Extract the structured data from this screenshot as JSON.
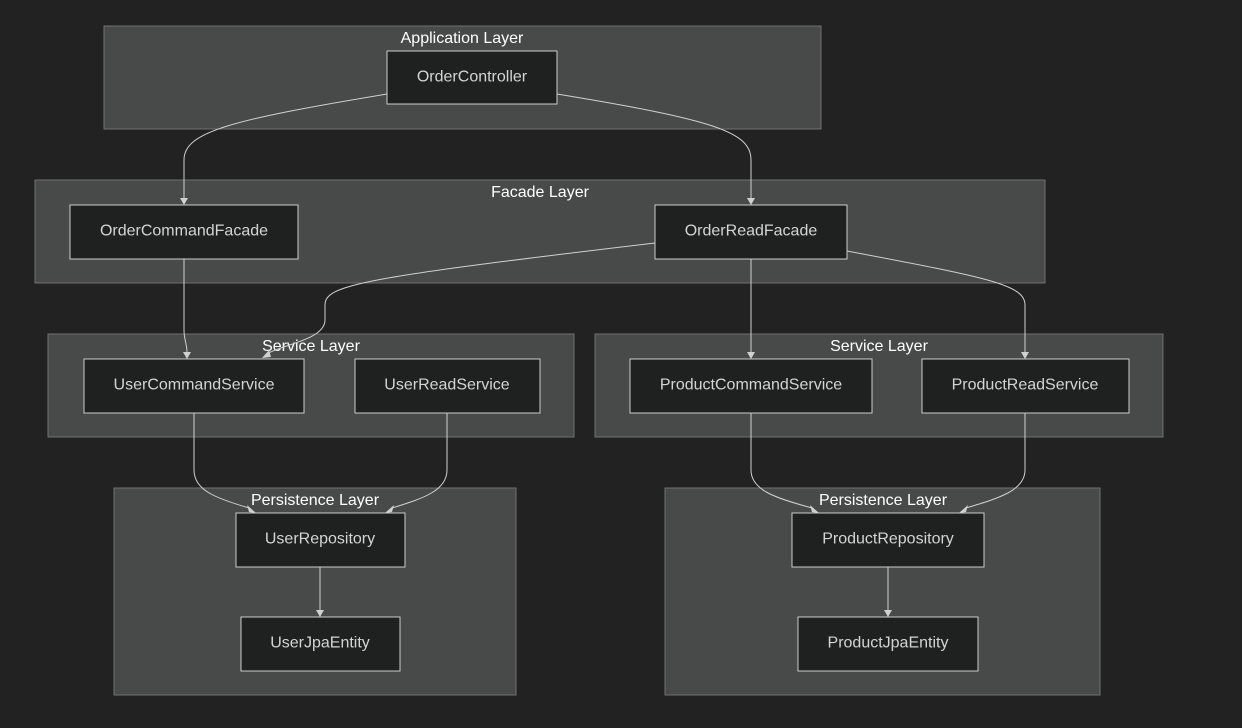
{
  "layers": {
    "application": {
      "title": "Application Layer"
    },
    "facade": {
      "title": "Facade Layer"
    },
    "service_user": {
      "title": "Service Layer"
    },
    "service_product": {
      "title": "Service Layer"
    },
    "persistence_user": {
      "title": "Persistence Layer"
    },
    "persistence_product": {
      "title": "Persistence Layer"
    }
  },
  "nodes": {
    "order_controller": "OrderController",
    "order_command_facade": "OrderCommandFacade",
    "order_read_facade": "OrderReadFacade",
    "user_command_service": "UserCommandService",
    "user_read_service": "UserReadService",
    "product_command_service": "ProductCommandService",
    "product_read_service": "ProductReadService",
    "user_repository": "UserRepository",
    "user_jpa_entity": "UserJpaEntity",
    "product_repository": "ProductRepository",
    "product_jpa_entity": "ProductJpaEntity"
  },
  "edges": [
    {
      "from": "OrderController",
      "to": "OrderCommandFacade"
    },
    {
      "from": "OrderController",
      "to": "OrderReadFacade"
    },
    {
      "from": "OrderCommandFacade",
      "to": "UserCommandService"
    },
    {
      "from": "OrderReadFacade",
      "to": "UserCommandService"
    },
    {
      "from": "OrderReadFacade",
      "to": "ProductCommandService"
    },
    {
      "from": "OrderReadFacade",
      "to": "ProductReadService"
    },
    {
      "from": "UserCommandService",
      "to": "UserRepository"
    },
    {
      "from": "UserReadService",
      "to": "UserRepository"
    },
    {
      "from": "UserRepository",
      "to": "UserJpaEntity"
    },
    {
      "from": "ProductCommandService",
      "to": "ProductRepository"
    },
    {
      "from": "ProductReadService",
      "to": "ProductRepository"
    },
    {
      "from": "ProductRepository",
      "to": "ProductJpaEntity"
    }
  ],
  "colors": {
    "background": "#222222",
    "layer_fill": "#484a49",
    "node_fill": "#1f2020",
    "node_stroke": "#cccccc",
    "edge": "#d0d0d0",
    "text": "#ffffff"
  }
}
